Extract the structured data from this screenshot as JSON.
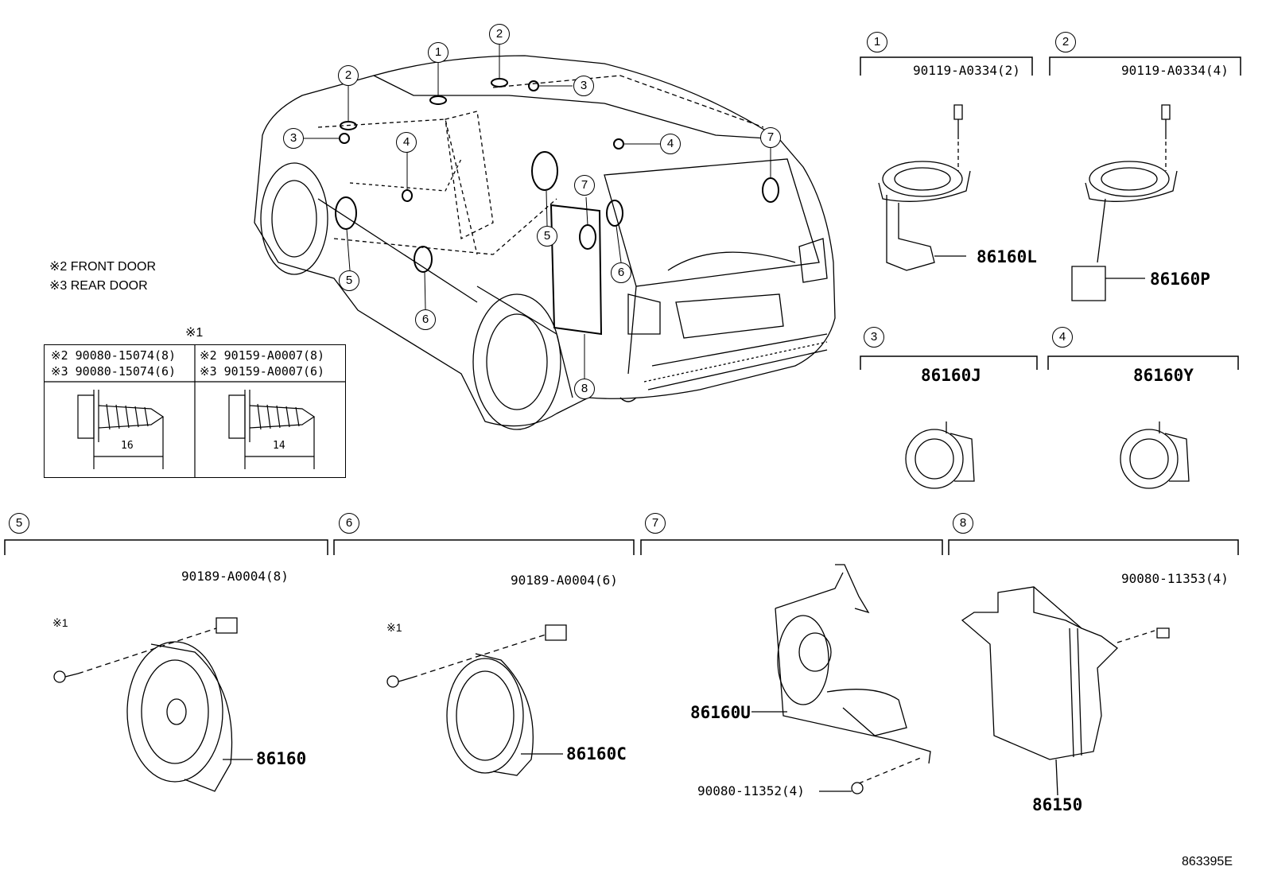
{
  "notes": {
    "front_door": "※2 FRONT DOOR",
    "rear_door": "※3 REAR DOOR",
    "star1": "※1"
  },
  "table": {
    "col1_row1": "※2 90080-15074(8)",
    "col1_row2": "※3 90080-15074(6)",
    "col2_row1": "※2 90159-A0007(8)",
    "col2_row2": "※3 90159-A0007(6)",
    "dim1": "16",
    "dim2": "14"
  },
  "callouts": [
    "1",
    "2",
    "3",
    "4",
    "5",
    "6",
    "7",
    "8"
  ],
  "groups": {
    "g1": {
      "num": "1",
      "fastener": "90119-A0334(2)",
      "part": "86160L"
    },
    "g2": {
      "num": "2",
      "fastener": "90119-A0334(4)",
      "part": "86160P"
    },
    "g3": {
      "num": "3",
      "part": "86160J"
    },
    "g4": {
      "num": "4",
      "part": "86160Y"
    },
    "g5": {
      "num": "5",
      "fastener": "90189-A0004(8)",
      "ref": "※1",
      "part": "86160"
    },
    "g6": {
      "num": "6",
      "fastener": "90189-A0004(6)",
      "ref": "※1",
      "part": "86160C"
    },
    "g7": {
      "num": "7",
      "part": "86160U",
      "fastener": "90080-11352(4)"
    },
    "g8": {
      "num": "8",
      "fastener": "90080-11353(4)",
      "part": "86150"
    }
  },
  "diagram_code": "863395E"
}
